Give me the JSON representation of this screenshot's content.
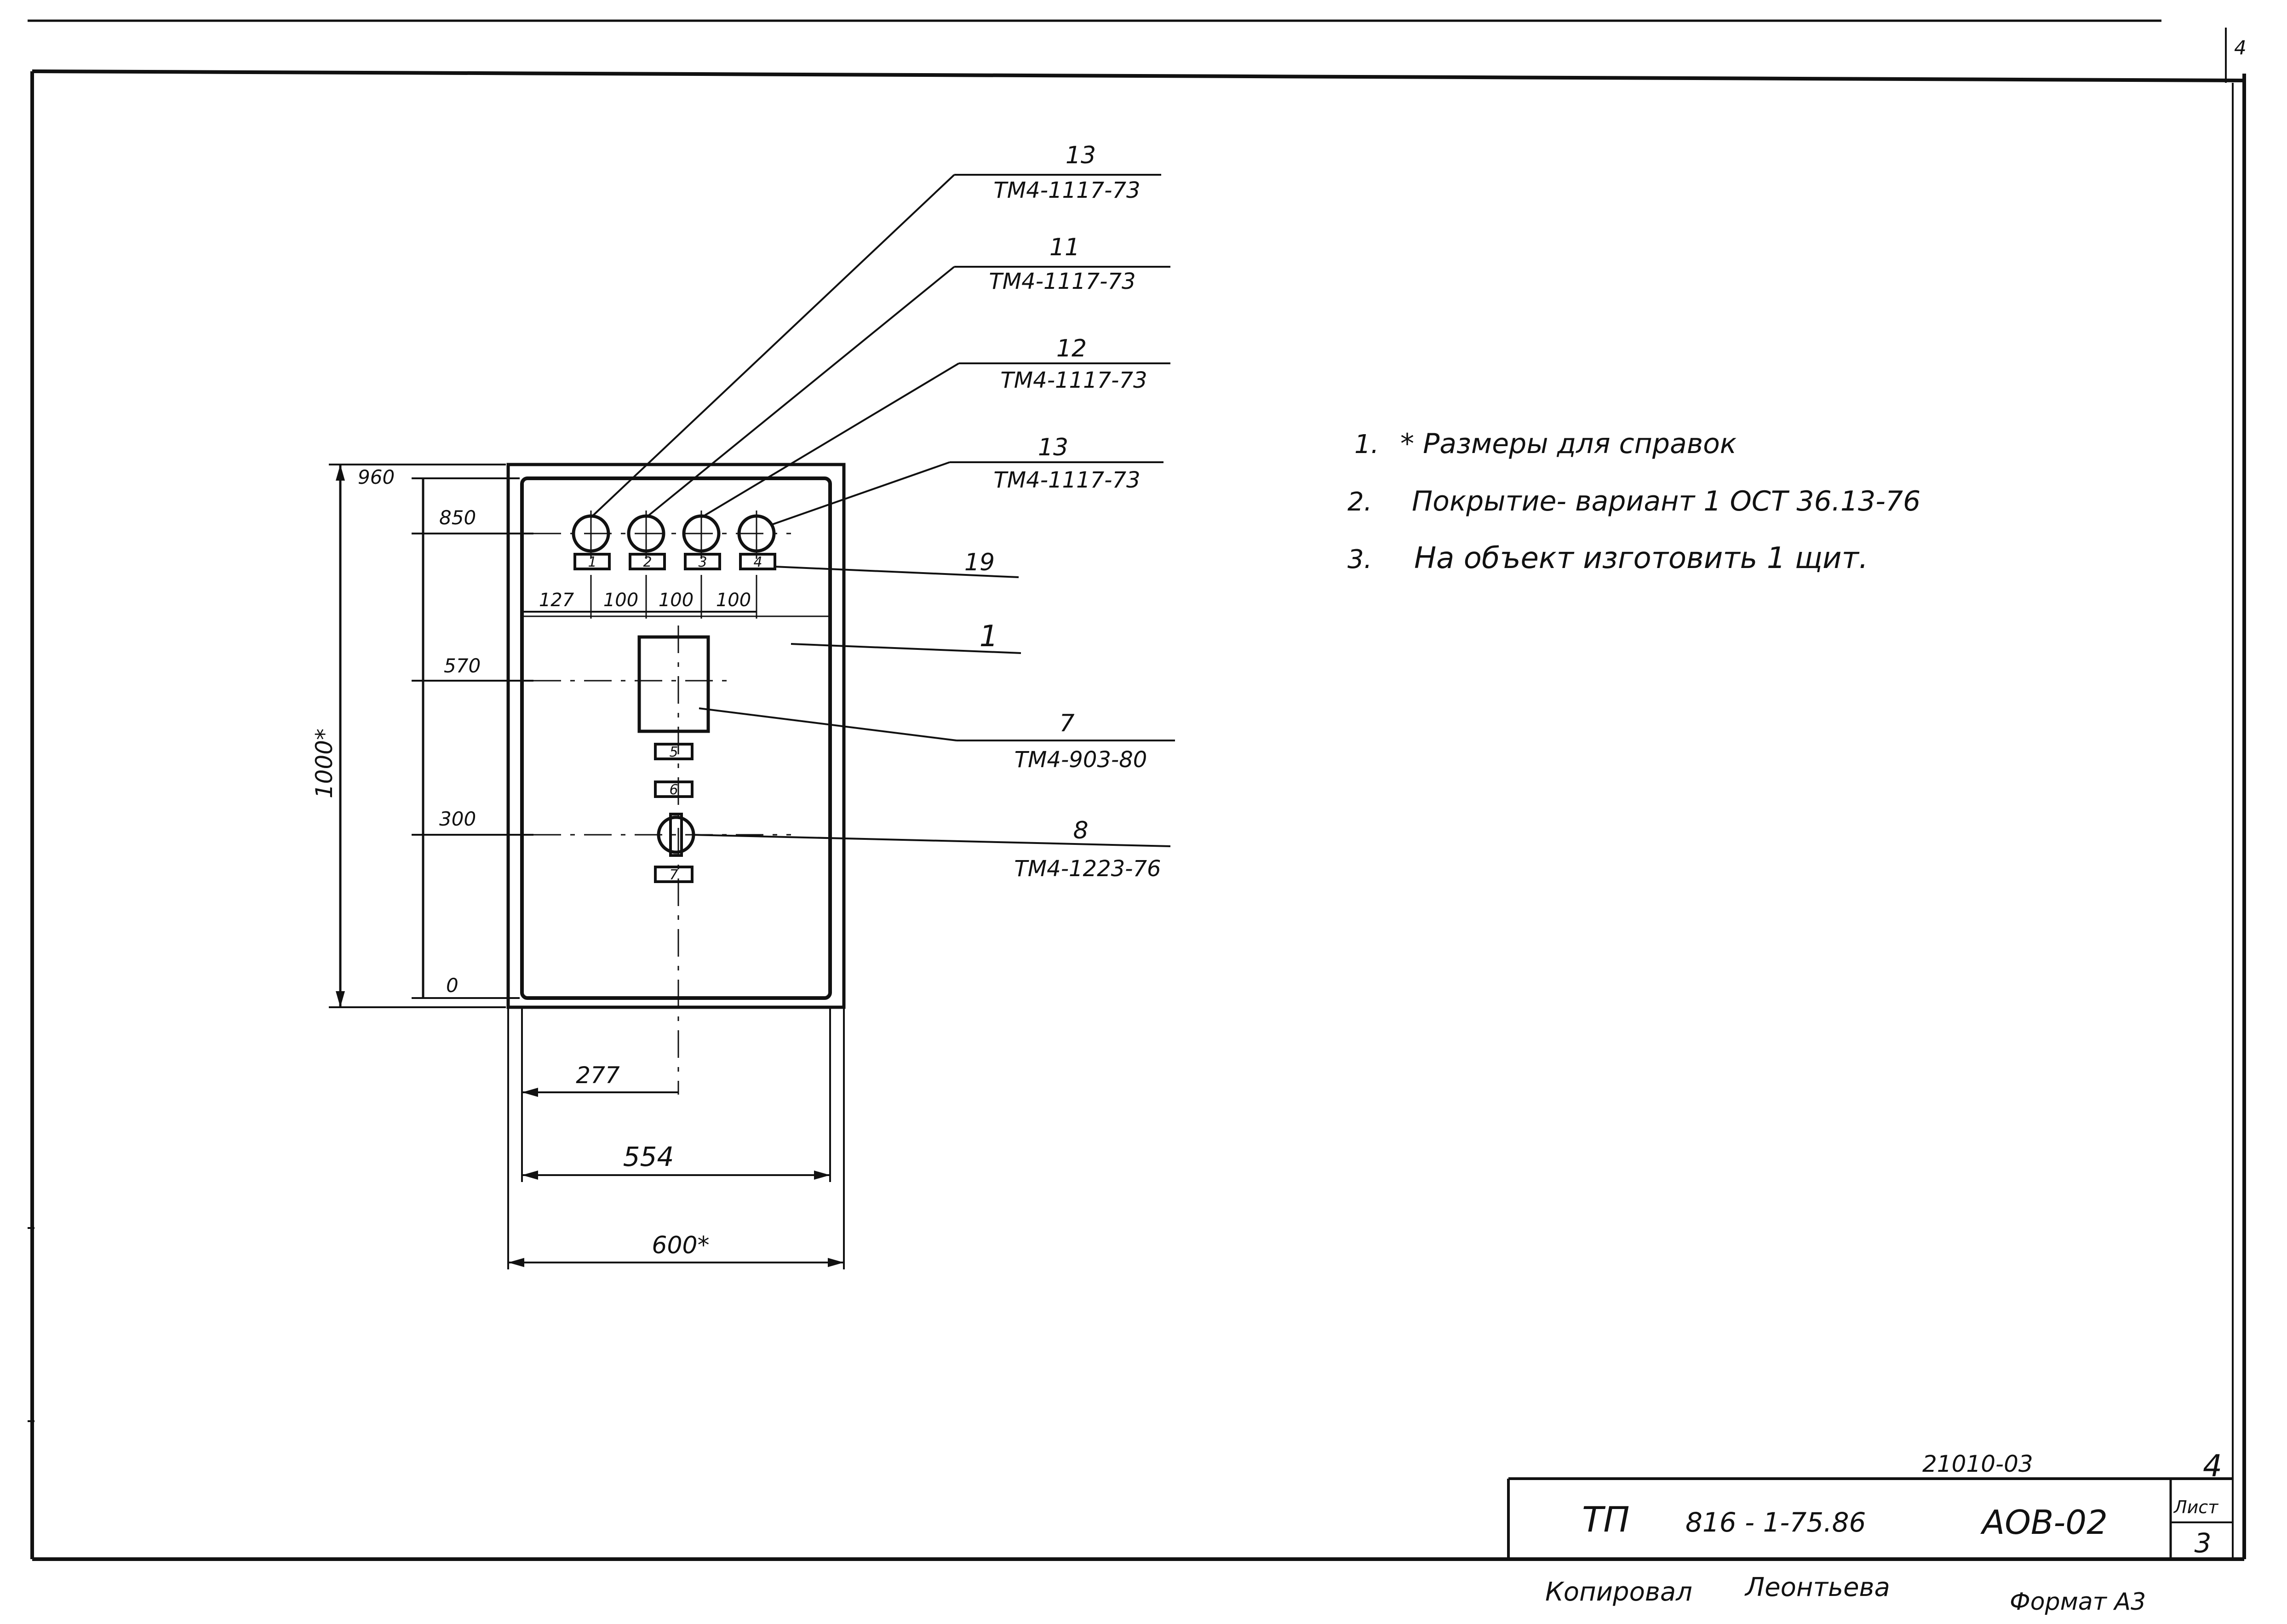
{
  "corner_mark": "4",
  "callouts": [
    {
      "num": "13",
      "ref": "ТМ4-1117-73"
    },
    {
      "num": "11",
      "ref": "ТМ4-1117-73"
    },
    {
      "num": "12",
      "ref": "ТМ4-1117-73"
    },
    {
      "num": "13",
      "ref": "ТМ4-1117-73"
    },
    {
      "num": "19",
      "ref": ""
    },
    {
      "num": "1",
      "ref": ""
    },
    {
      "num": "7",
      "ref": "ТМ4-903-80"
    },
    {
      "num": "8",
      "ref": "ТМ4-1223-76"
    }
  ],
  "plates": [
    "1",
    "2",
    "3",
    "4",
    "5",
    "6",
    "7"
  ],
  "dimensions": {
    "levels": [
      "960",
      "850",
      "570",
      "300",
      "0"
    ],
    "spacings": [
      "127",
      "100",
      "100",
      "100"
    ],
    "height": "1000*",
    "half_width": "277",
    "inner_width": "554",
    "outer_width": "600*"
  },
  "notes": [
    {
      "num": "1.",
      "text": "* Размеры для справок"
    },
    {
      "num": "2.",
      "text": "Покрытие- вариант 1  ОСТ 36.13-76"
    },
    {
      "num": "3.",
      "text": "На объект изготовить 1 щит."
    }
  ],
  "title_block": {
    "archive_no": "21010-03",
    "page_no": "4",
    "code_prefix": "ТП",
    "code": "816 - 1-75.86",
    "designation": "АОВ-02",
    "sheet_label": "Лист",
    "sheet_no": "3",
    "copied_label": "Копировал",
    "copied_by": "Леонтьева",
    "format": "Формат А3"
  }
}
